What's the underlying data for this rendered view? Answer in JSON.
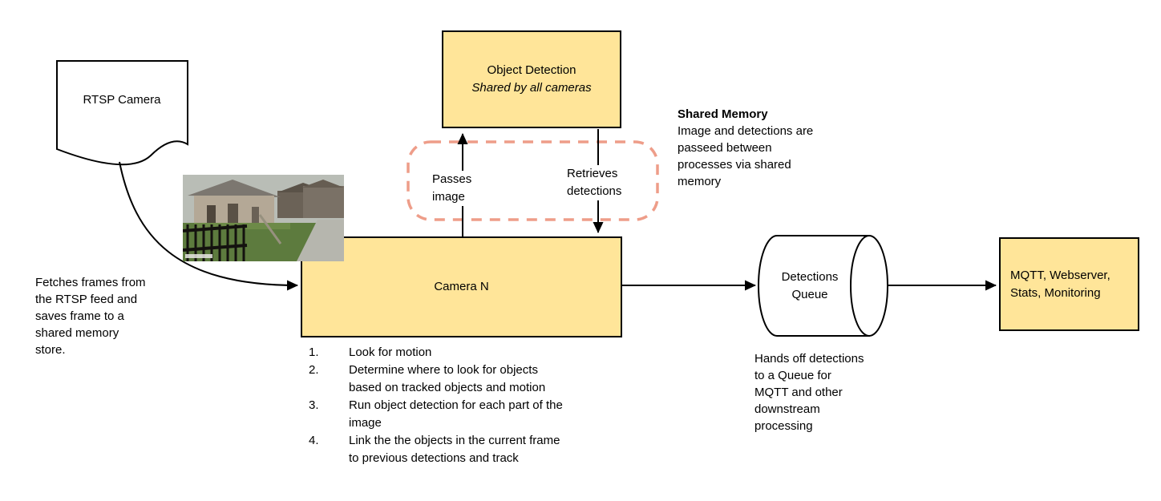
{
  "colors": {
    "node_fill": "#ffe599",
    "node_border": "#000000",
    "shared_memory_dash": "#ee9d89",
    "arrow": "#000000"
  },
  "nodes": {
    "rtsp_camera": {
      "label": "RTSP Camera"
    },
    "object_detection": {
      "title": "Object Detection",
      "subtitle": "Shared by all cameras"
    },
    "camera_n": {
      "label": "Camera N"
    },
    "detections_queue": {
      "label": "Detections\nQueue"
    },
    "outputs": {
      "label": "MQTT, Webserver,\nStats, Monitoring"
    }
  },
  "edges": {
    "passes_image": "Passes\nimage",
    "retrieves_detections": "Retrieves\ndetections"
  },
  "annotations": {
    "fetch_note": "Fetches frames from\nthe RTSP feed and\nsaves frame to a\nshared memory\nstore.",
    "shared_memory_title": "Shared Memory",
    "shared_memory_body": "Image and detections are\npasseed between\nprocesses via shared\nmemory",
    "queue_note": "Hands off detections\nto a Queue for\nMQTT and other\ndownstream\nprocessing",
    "camera_steps": [
      {
        "num": "1.",
        "text": "Look for motion"
      },
      {
        "num": "2.",
        "text": "Determine where to look for objects\nbased on tracked objects and motion"
      },
      {
        "num": "3.",
        "text": "Run object detection for each part of the\nimage"
      },
      {
        "num": "4.",
        "text": "Link the the objects in the current frame\nto previous detections and track"
      }
    ]
  }
}
